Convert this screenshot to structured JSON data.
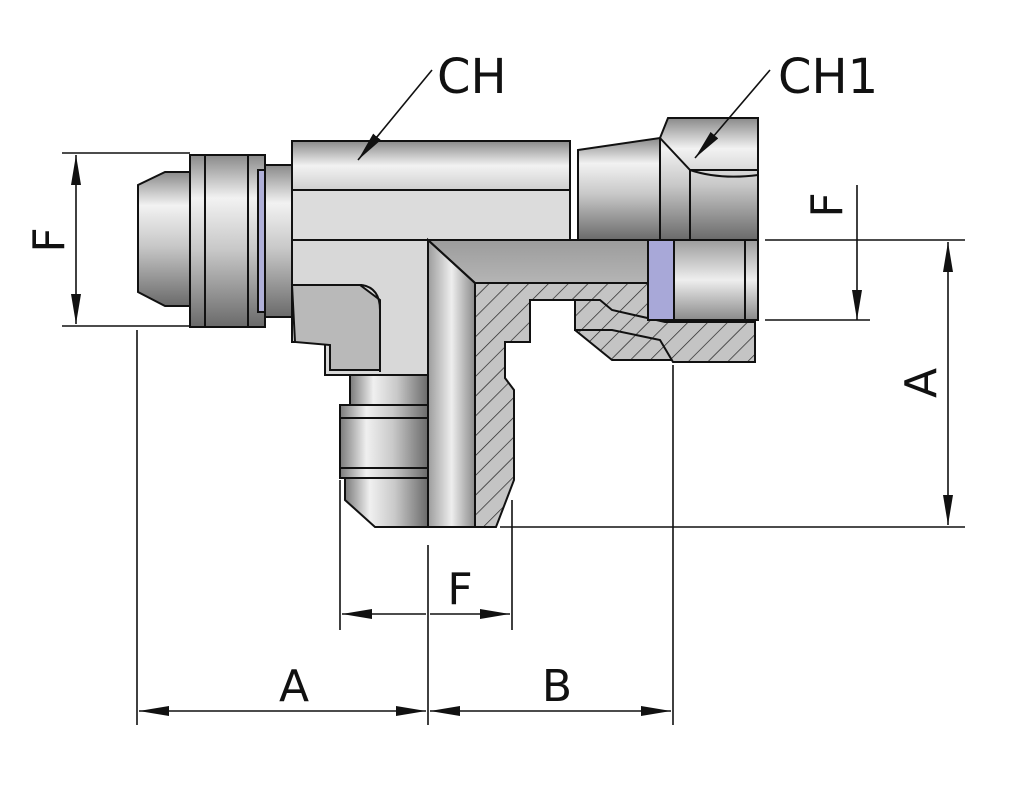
{
  "labels": {
    "ch": "CH",
    "ch1": "CH1",
    "f_left": "F",
    "f_right": "F",
    "f_bottom": "F",
    "a_right": "A",
    "a_bottom": "A",
    "b_bottom": "B"
  },
  "colors": {
    "line": "#111111",
    "metal_light": "#e6e6e6",
    "metal_mid": "#b9b9b9",
    "metal_dark": "#6f6f6f",
    "section": "#c4c4c4",
    "seal": "#9a9ad0"
  }
}
